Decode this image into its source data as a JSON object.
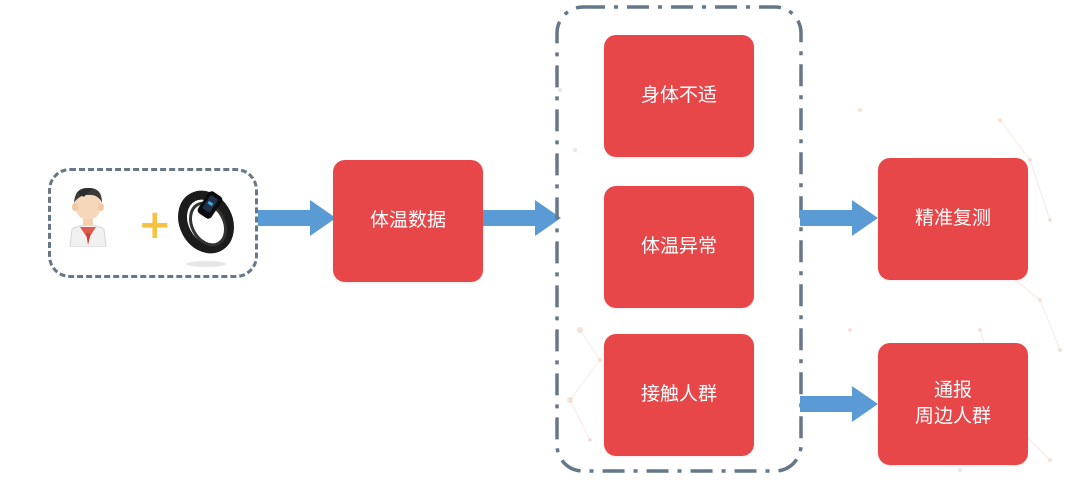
{
  "nodes": {
    "temperature_data": "体温数据",
    "feeling_unwell": "身体不适",
    "temperature_abnormal": "体温异常",
    "contact_crowd": "接触人群",
    "precise_retest": "精准复测",
    "notify_surroundings": "通报\n周边人群"
  },
  "input_group": {
    "person_icon": "person-icon",
    "plus_symbol": "+",
    "band_icon": "smart-band-icon"
  },
  "colors": {
    "box_fill": "#e8474a",
    "arrow_fill": "#5b9bd5",
    "dash_stroke": "#66778a",
    "plus": "#f5c242"
  }
}
